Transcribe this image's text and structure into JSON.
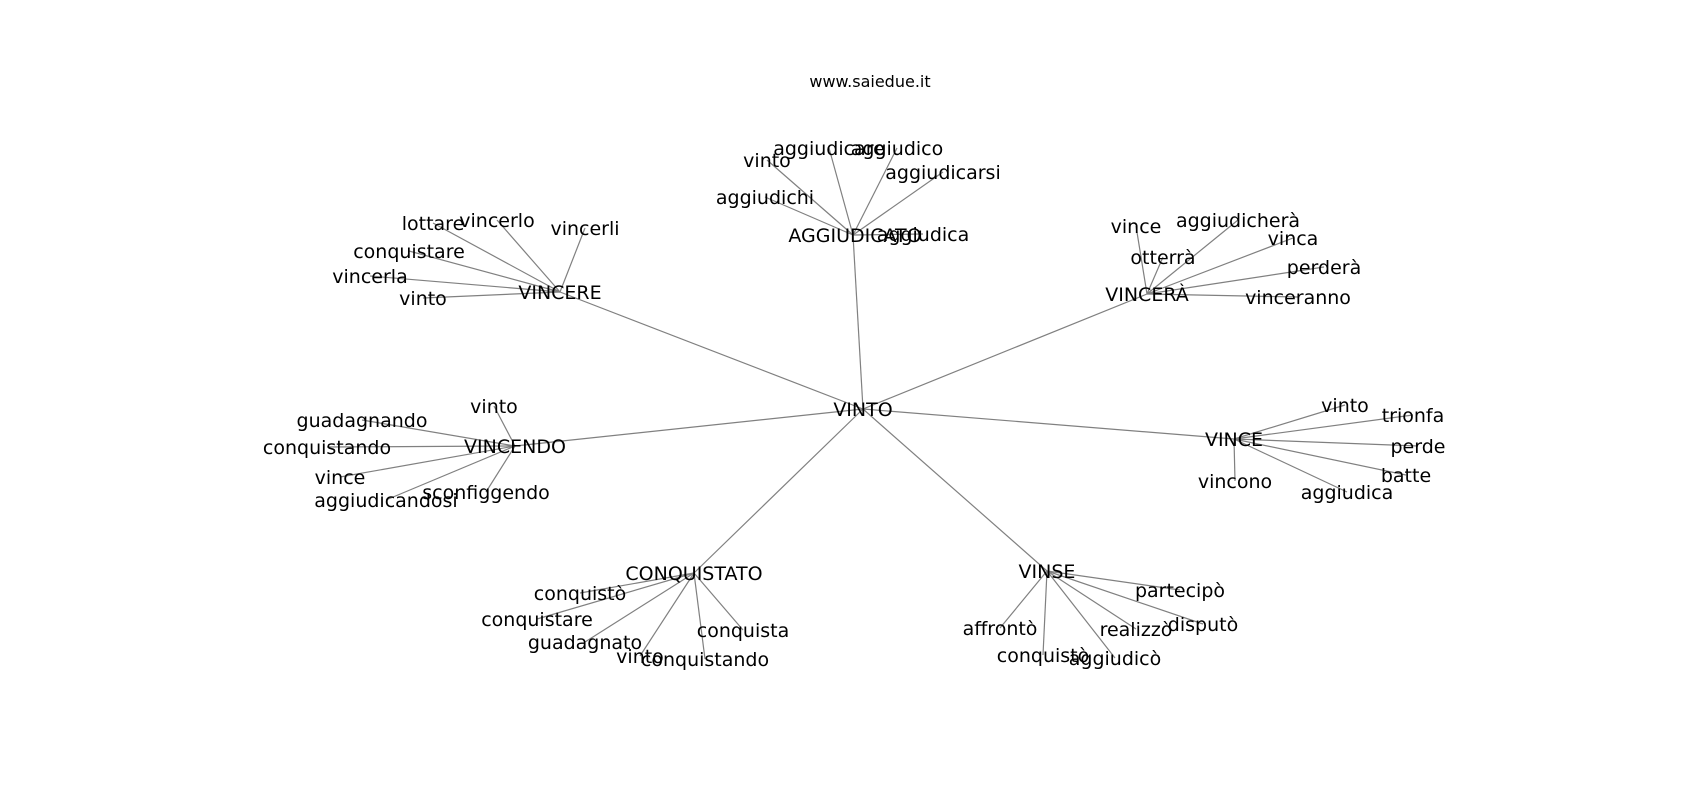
{
  "title": "www.saiedue.it",
  "root": "VINTO",
  "clusters": [
    {
      "label": "VINCERE",
      "children": [
        "lottare",
        "vincerlo",
        "vincerli",
        "conquistare",
        "vincerla",
        "vinto"
      ]
    },
    {
      "label": "AGGIUDICATO",
      "children": [
        "vinto",
        "aggiudicare",
        "aggiudico",
        "aggiudicarsi",
        "aggiudichi",
        "aggiudica"
      ]
    },
    {
      "label": "VINCERÀ",
      "children": [
        "vince",
        "aggiudicherà",
        "vinca",
        "otterrà",
        "perderà",
        "vinceranno"
      ]
    },
    {
      "label": "VINCENDO",
      "children": [
        "vinto",
        "guadagnando",
        "conquistando",
        "vince",
        "aggiudicandosi",
        "sconfiggendo"
      ]
    },
    {
      "label": "VINCE",
      "children": [
        "vinto",
        "trionfa",
        "perde",
        "batte",
        "vincono",
        "aggiudica"
      ]
    },
    {
      "label": "CONQUISTATO",
      "children": [
        "conquistò",
        "conquistare",
        "guadagnato",
        "vinto",
        "conquistando",
        "conquista"
      ]
    },
    {
      "label": "VINSE",
      "children": [
        "partecipò",
        "affrontò",
        "realizzò",
        "disputò",
        "conquistò",
        "aggiudicò"
      ]
    }
  ]
}
